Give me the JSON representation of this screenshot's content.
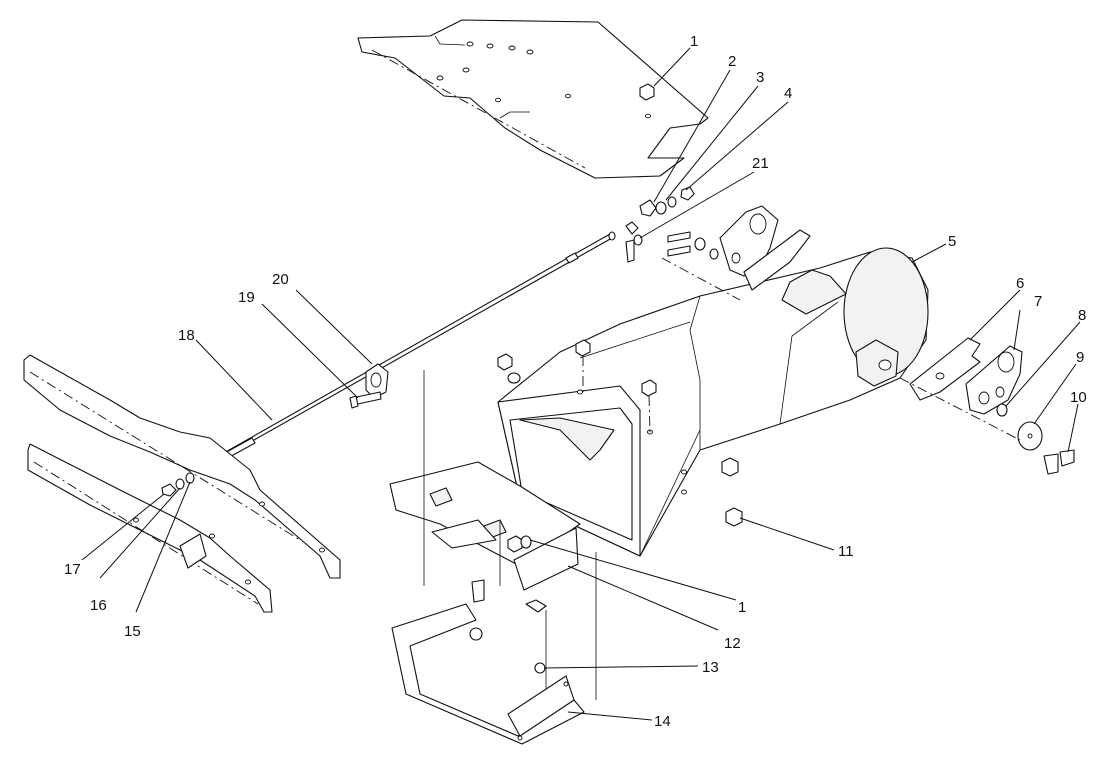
{
  "callouts": [
    {
      "id": "c1a",
      "label": "1"
    },
    {
      "id": "c2",
      "label": "2"
    },
    {
      "id": "c3",
      "label": "3"
    },
    {
      "id": "c4",
      "label": "4"
    },
    {
      "id": "c21",
      "label": "21"
    },
    {
      "id": "c5",
      "label": "5"
    },
    {
      "id": "c6",
      "label": "6"
    },
    {
      "id": "c7",
      "label": "7"
    },
    {
      "id": "c8",
      "label": "8"
    },
    {
      "id": "c9",
      "label": "9"
    },
    {
      "id": "c10",
      "label": "10"
    },
    {
      "id": "c11",
      "label": "11"
    },
    {
      "id": "c1b",
      "label": "1"
    },
    {
      "id": "c12",
      "label": "12"
    },
    {
      "id": "c13",
      "label": "13"
    },
    {
      "id": "c14",
      "label": "14"
    },
    {
      "id": "c20",
      "label": "20"
    },
    {
      "id": "c19",
      "label": "19"
    },
    {
      "id": "c18",
      "label": "18"
    },
    {
      "id": "c17",
      "label": "17"
    },
    {
      "id": "c16",
      "label": "16"
    },
    {
      "id": "c15",
      "label": "15"
    }
  ]
}
